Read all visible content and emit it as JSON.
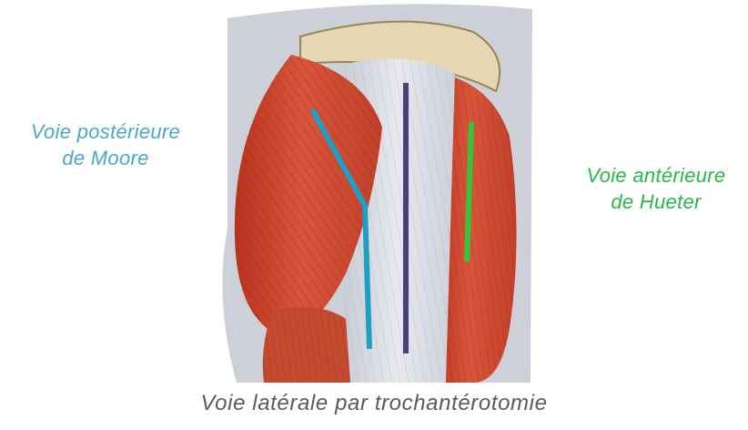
{
  "labels": {
    "posterior": {
      "line1": "Voie postérieure",
      "line2": "de Moore"
    },
    "anterior": {
      "line1": "Voie antérieure",
      "line2": "de Hueter"
    },
    "lateral": "Voie latérale par trochantérotomie"
  },
  "colors": {
    "posterior": "#4aa8c8",
    "anterior": "#29b84a",
    "lateral": "#5a5a5a",
    "incision_posterior": "#1f9fc4",
    "incision_anterior": "#35c43a",
    "incision_lateral": "#4b3f7c"
  },
  "image": {
    "subject": "thigh-muscles-lateral-view-illustration"
  }
}
